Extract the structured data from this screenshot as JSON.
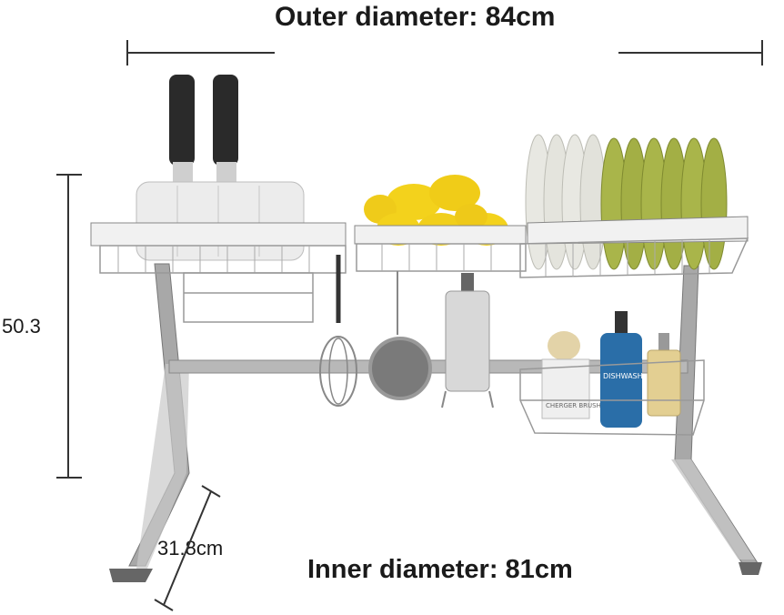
{
  "dimensions": {
    "outer_diameter": "Outer diameter: 84cm",
    "inner_diameter": "Inner diameter: 81cm",
    "height": "50.3",
    "depth": "31.8cm"
  },
  "products": {
    "brush_label": "CHERGER BRUSH",
    "bottle_label": "DISHWASH"
  },
  "colors": {
    "frame": "#9a9a9a",
    "steel_light": "#e6e6e6",
    "lemon": "#f3d21c",
    "plate_green": "#a9b54a",
    "plate_white": "#e8e8e2",
    "soap_blue": "#2a6ea8"
  }
}
